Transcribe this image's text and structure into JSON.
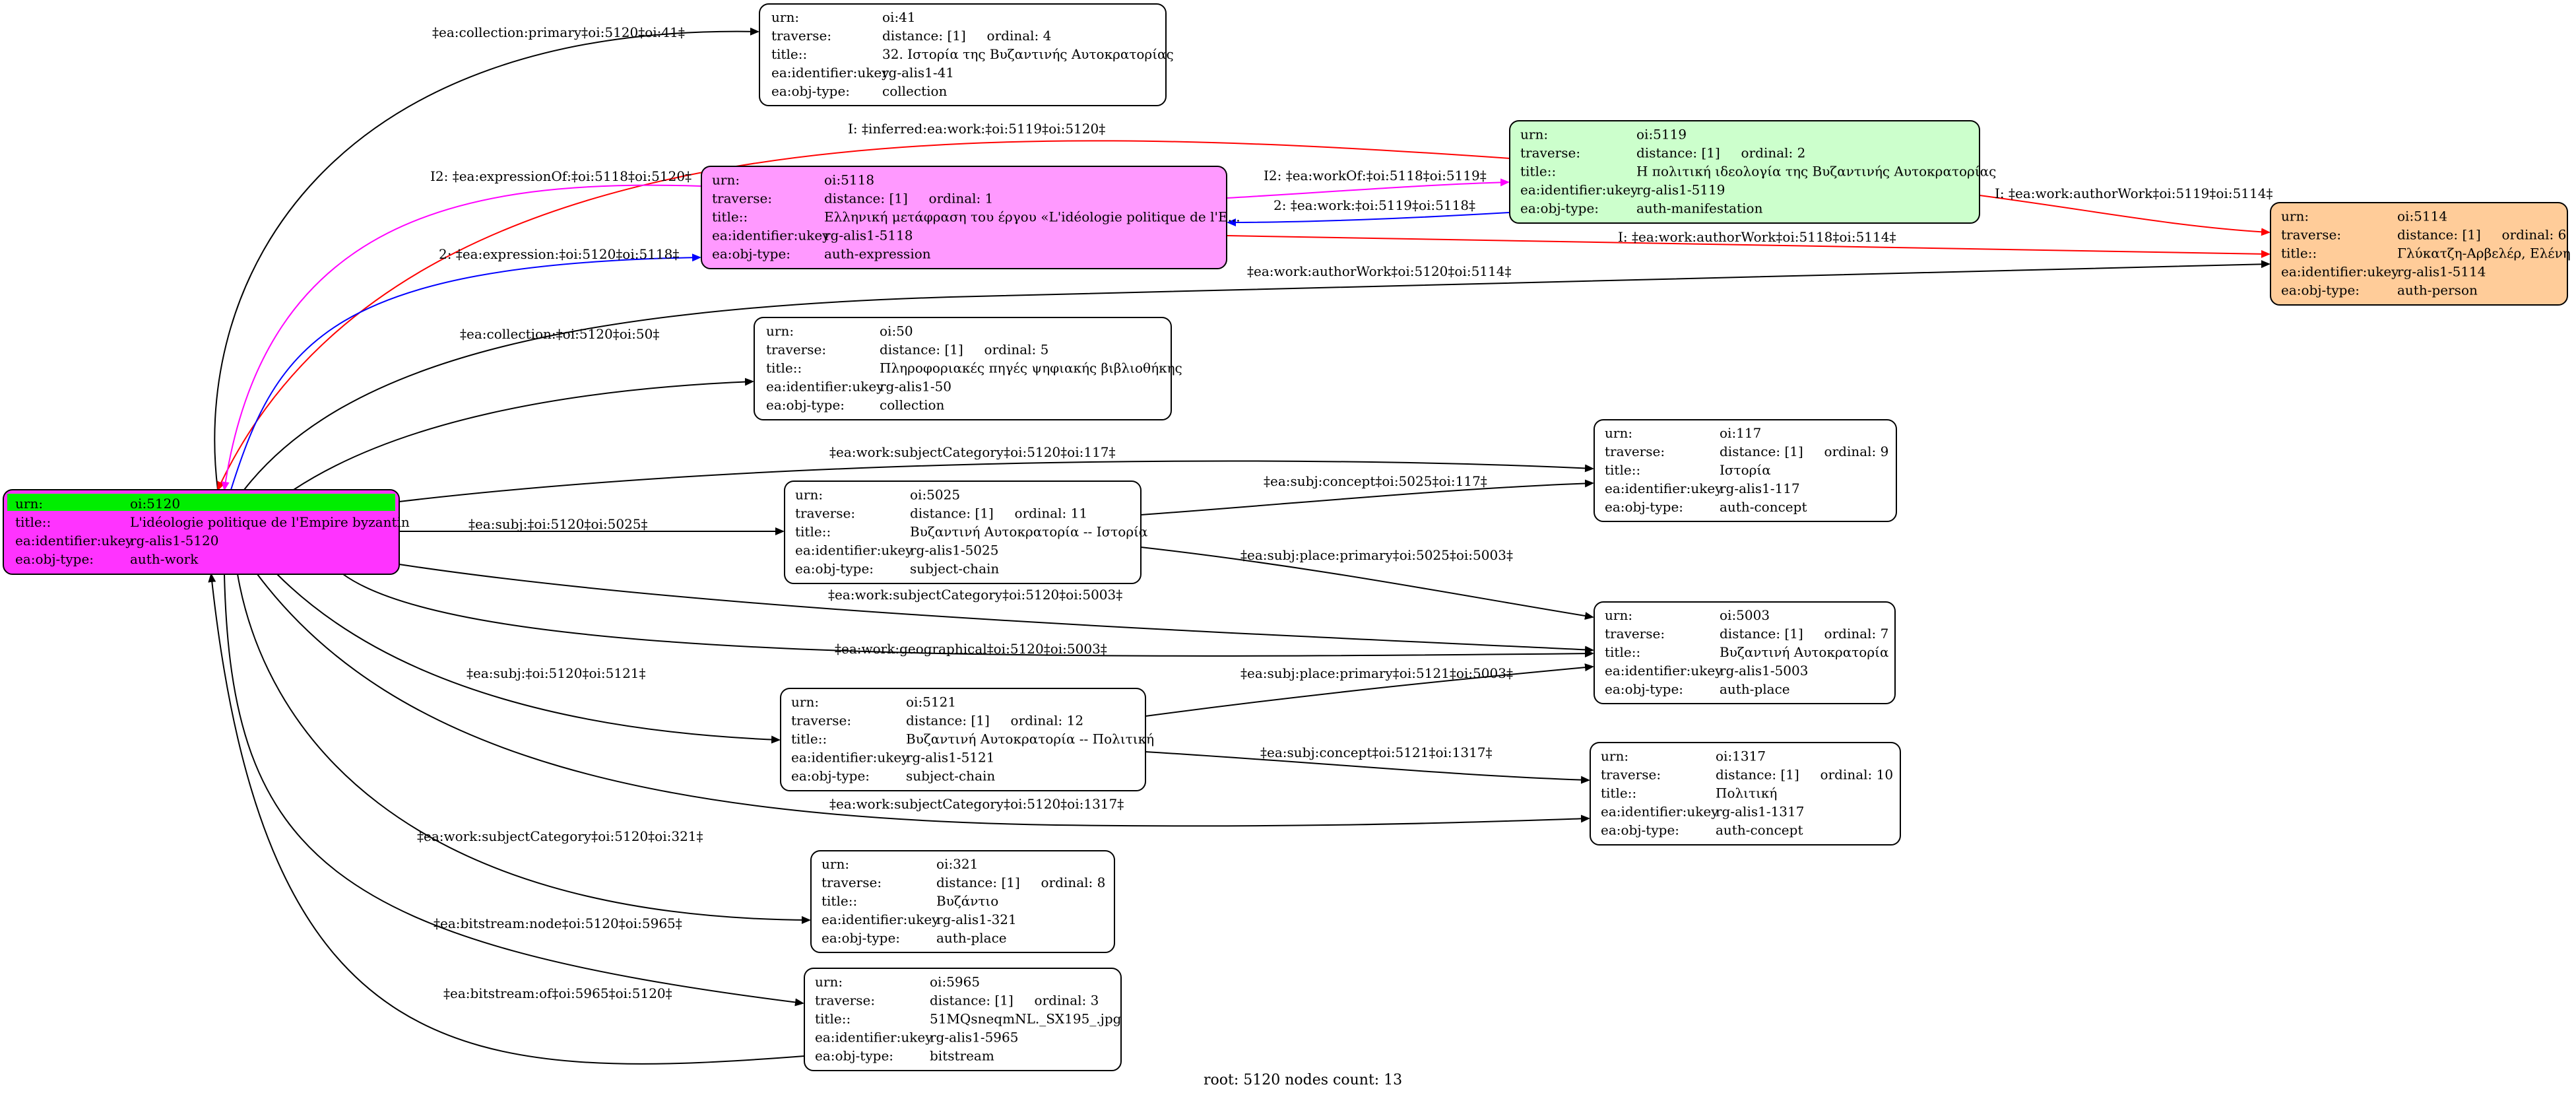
{
  "colors": {
    "root_fill": "#ff33ff",
    "root_header": "#00ee00",
    "expression_fill": "#ff99ff",
    "manifestation_fill": "#ccffcc",
    "person_fill": "#ffcc99",
    "default_fill": "#ffffff",
    "edge_black": "#000000",
    "edge_red": "#ff0000",
    "edge_magenta": "#ff00ff",
    "edge_blue": "#0000ff"
  },
  "nodes": [
    {
      "id": "oi:5120",
      "rows": [
        [
          "urn:",
          "oi:5120"
        ],
        [
          "title::",
          "L'idéologie politique de l'Empire byzantin"
        ],
        [
          "ea:identifier:ukey",
          "rg-alis1-5120"
        ],
        [
          "ea:obj-type:",
          "auth-work"
        ]
      ]
    },
    {
      "id": "oi:41",
      "rows": [
        [
          "urn:",
          "oi:41"
        ],
        [
          "traverse:",
          "distance: [1]     ordinal: 4"
        ],
        [
          "title::",
          "32. Ιστορία της Βυζαντινής Αυτοκρατορίας"
        ],
        [
          "ea:identifier:ukey",
          "rg-alis1-41"
        ],
        [
          "ea:obj-type:",
          "collection"
        ]
      ]
    },
    {
      "id": "oi:5118",
      "rows": [
        [
          "urn:",
          "oi:5118"
        ],
        [
          "traverse:",
          "distance: [1]     ordinal: 1"
        ],
        [
          "title::",
          "Ελληνική μετάφραση του έργου «L'idéologie politique de l'E..."
        ],
        [
          "ea:identifier:ukey",
          "rg-alis1-5118"
        ],
        [
          "ea:obj-type:",
          "auth-expression"
        ]
      ]
    },
    {
      "id": "oi:5119",
      "rows": [
        [
          "urn:",
          "oi:5119"
        ],
        [
          "traverse:",
          "distance: [1]     ordinal: 2"
        ],
        [
          "title::",
          "Η πολιτική ιδεολογία της Βυζαντινής Αυτοκρατορίας"
        ],
        [
          "ea:identifier:ukey",
          "rg-alis1-5119"
        ],
        [
          "ea:obj-type:",
          "auth-manifestation"
        ]
      ]
    },
    {
      "id": "oi:5114",
      "rows": [
        [
          "urn:",
          "oi:5114"
        ],
        [
          "traverse:",
          "distance: [1]     ordinal: 6"
        ],
        [
          "title::",
          "Γλύκατζη-Αρβελέρ, Ελένη"
        ],
        [
          "ea:identifier:ukey",
          "rg-alis1-5114"
        ],
        [
          "ea:obj-type:",
          "auth-person"
        ]
      ]
    },
    {
      "id": "oi:50",
      "rows": [
        [
          "urn:",
          "oi:50"
        ],
        [
          "traverse:",
          "distance: [1]     ordinal: 5"
        ],
        [
          "title::",
          "Πληροφοριακές πηγές ψηφιακής βιβλιοθήκης"
        ],
        [
          "ea:identifier:ukey",
          "rg-alis1-50"
        ],
        [
          "ea:obj-type:",
          "collection"
        ]
      ]
    },
    {
      "id": "oi:117",
      "rows": [
        [
          "urn:",
          "oi:117"
        ],
        [
          "traverse:",
          "distance: [1]     ordinal: 9"
        ],
        [
          "title::",
          "Ιστορία"
        ],
        [
          "ea:identifier:ukey",
          "rg-alis1-117"
        ],
        [
          "ea:obj-type:",
          "auth-concept"
        ]
      ]
    },
    {
      "id": "oi:5025",
      "rows": [
        [
          "urn:",
          "oi:5025"
        ],
        [
          "traverse:",
          "distance: [1]     ordinal: 11"
        ],
        [
          "title::",
          "Βυζαντινή Αυτοκρατορία -- Ιστορία"
        ],
        [
          "ea:identifier:ukey",
          "rg-alis1-5025"
        ],
        [
          "ea:obj-type:",
          "subject-chain"
        ]
      ]
    },
    {
      "id": "oi:5003",
      "rows": [
        [
          "urn:",
          "oi:5003"
        ],
        [
          "traverse:",
          "distance: [1]     ordinal: 7"
        ],
        [
          "title::",
          "Βυζαντινή Αυτοκρατορία"
        ],
        [
          "ea:identifier:ukey",
          "rg-alis1-5003"
        ],
        [
          "ea:obj-type:",
          "auth-place"
        ]
      ]
    },
    {
      "id": "oi:5121",
      "rows": [
        [
          "urn:",
          "oi:5121"
        ],
        [
          "traverse:",
          "distance: [1]     ordinal: 12"
        ],
        [
          "title::",
          "Βυζαντινή Αυτοκρατορία -- Πολιτική"
        ],
        [
          "ea:identifier:ukey",
          "rg-alis1-5121"
        ],
        [
          "ea:obj-type:",
          "subject-chain"
        ]
      ]
    },
    {
      "id": "oi:1317",
      "rows": [
        [
          "urn:",
          "oi:1317"
        ],
        [
          "traverse:",
          "distance: [1]     ordinal: 10"
        ],
        [
          "title::",
          "Πολιτική"
        ],
        [
          "ea:identifier:ukey",
          "rg-alis1-1317"
        ],
        [
          "ea:obj-type:",
          "auth-concept"
        ]
      ]
    },
    {
      "id": "oi:321",
      "rows": [
        [
          "urn:",
          "oi:321"
        ],
        [
          "traverse:",
          "distance: [1]     ordinal: 8"
        ],
        [
          "title::",
          "Βυζάντιο"
        ],
        [
          "ea:identifier:ukey",
          "rg-alis1-321"
        ],
        [
          "ea:obj-type:",
          "auth-place"
        ]
      ]
    },
    {
      "id": "oi:5965",
      "rows": [
        [
          "urn:",
          "oi:5965"
        ],
        [
          "traverse:",
          "distance: [1]     ordinal: 3"
        ],
        [
          "title::",
          "51MQsneqmNL._SX195_.jpg"
        ],
        [
          "ea:identifier:ukey",
          "rg-alis1-5965"
        ],
        [
          "ea:obj-type:",
          "bitstream"
        ]
      ]
    }
  ],
  "edges": [
    {
      "from": "oi:5120",
      "to": "oi:41",
      "label": "‡ea:collection:primary‡oi:5120‡oi:41‡"
    },
    {
      "from": "oi:5119",
      "to": "oi:5120",
      "label": "I: ‡inferred:ea:work:‡oi:5119‡oi:5120‡"
    },
    {
      "from": "oi:5118",
      "to": "oi:5120",
      "label": "I2: ‡ea:expressionOf:‡oi:5118‡oi:5120‡"
    },
    {
      "from": "oi:5120",
      "to": "oi:5118",
      "label": "2: ‡ea:expression:‡oi:5120‡oi:5118‡"
    },
    {
      "from": "oi:5118",
      "to": "oi:5119",
      "label": "I2: ‡ea:workOf:‡oi:5118‡oi:5119‡"
    },
    {
      "from": "oi:5119",
      "to": "oi:5118",
      "label": "2: ‡ea:work:‡oi:5119‡oi:5118‡"
    },
    {
      "from": "oi:5119",
      "to": "oi:5114",
      "label": "I: ‡ea:work:authorWork‡oi:5119‡oi:5114‡"
    },
    {
      "from": "oi:5118",
      "to": "oi:5114",
      "label": "I: ‡ea:work:authorWork‡oi:5118‡oi:5114‡"
    },
    {
      "from": "oi:5120",
      "to": "oi:5114",
      "label": "‡ea:work:authorWork‡oi:5120‡oi:5114‡"
    },
    {
      "from": "oi:5120",
      "to": "oi:50",
      "label": "‡ea:collection:‡oi:5120‡oi:50‡"
    },
    {
      "from": "oi:5120",
      "to": "oi:117",
      "label": "‡ea:work:subjectCategory‡oi:5120‡oi:117‡"
    },
    {
      "from": "oi:5120",
      "to": "oi:5025",
      "label": "‡ea:subj:‡oi:5120‡oi:5025‡"
    },
    {
      "from": "oi:5025",
      "to": "oi:117",
      "label": "‡ea:subj:concept‡oi:5025‡oi:117‡"
    },
    {
      "from": "oi:5025",
      "to": "oi:5003",
      "label": "‡ea:subj:place:primary‡oi:5025‡oi:5003‡"
    },
    {
      "from": "oi:5120",
      "to": "oi:5003",
      "label": "‡ea:work:subjectCategory‡oi:5120‡oi:5003‡"
    },
    {
      "from": "oi:5120",
      "to": "oi:5003",
      "label": "‡ea:work:geographical‡oi:5120‡oi:5003‡"
    },
    {
      "from": "oi:5120",
      "to": "oi:5121",
      "label": "‡ea:subj:‡oi:5120‡oi:5121‡"
    },
    {
      "from": "oi:5121",
      "to": "oi:5003",
      "label": "‡ea:subj:place:primary‡oi:5121‡oi:5003‡"
    },
    {
      "from": "oi:5121",
      "to": "oi:1317",
      "label": "‡ea:subj:concept‡oi:5121‡oi:1317‡"
    },
    {
      "from": "oi:5120",
      "to": "oi:1317",
      "label": "‡ea:work:subjectCategory‡oi:5120‡oi:1317‡"
    },
    {
      "from": "oi:5120",
      "to": "oi:321",
      "label": "‡ea:work:subjectCategory‡oi:5120‡oi:321‡"
    },
    {
      "from": "oi:5120",
      "to": "oi:5965",
      "label": "‡ea:bitstream:node‡oi:5120‡oi:5965‡"
    },
    {
      "from": "oi:5965",
      "to": "oi:5120",
      "label": "‡ea:bitstream:of‡oi:5965‡oi:5120‡"
    }
  ],
  "caption": "root: 5120 nodes count: 13"
}
